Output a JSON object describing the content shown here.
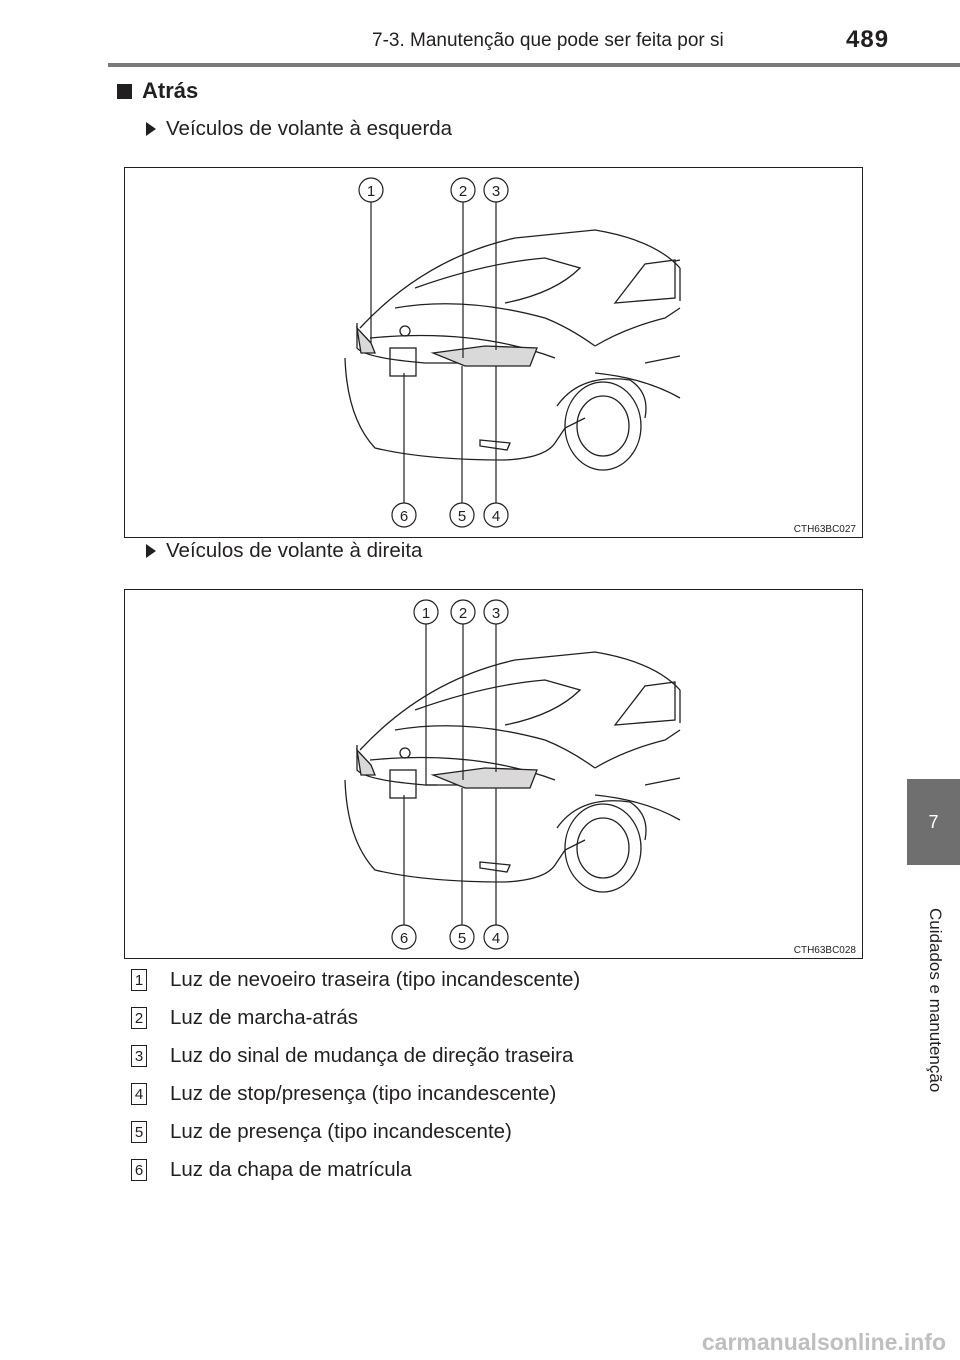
{
  "header": {
    "title": "7-3. Manutenção que pode ser feita por si",
    "page_number": "489"
  },
  "side_tab": {
    "number": "7",
    "label": "Cuidados e manutenção"
  },
  "section": {
    "heading": "Atrás"
  },
  "figures": [
    {
      "caption": "Veículos de volante à esquerda",
      "code": "CTH63BC027",
      "callouts": [
        "1",
        "2",
        "3",
        "4",
        "5",
        "6"
      ]
    },
    {
      "caption": "Veículos de volante à direita",
      "code": "CTH63BC028",
      "callouts": [
        "1",
        "2",
        "3",
        "4",
        "5",
        "6"
      ]
    }
  ],
  "legend": [
    {
      "num": "1",
      "text": "Luz de nevoeiro traseira (tipo incandescente)"
    },
    {
      "num": "2",
      "text": "Luz de marcha-atrás"
    },
    {
      "num": "3",
      "text": "Luz do sinal de mudança de direção traseira"
    },
    {
      "num": "4",
      "text": "Luz de stop/presença (tipo incandescente)"
    },
    {
      "num": "5",
      "text": "Luz de presença (tipo incandescente)"
    },
    {
      "num": "6",
      "text": "Luz da chapa de matrícula"
    }
  ],
  "watermark": "carmanualsonline.info"
}
